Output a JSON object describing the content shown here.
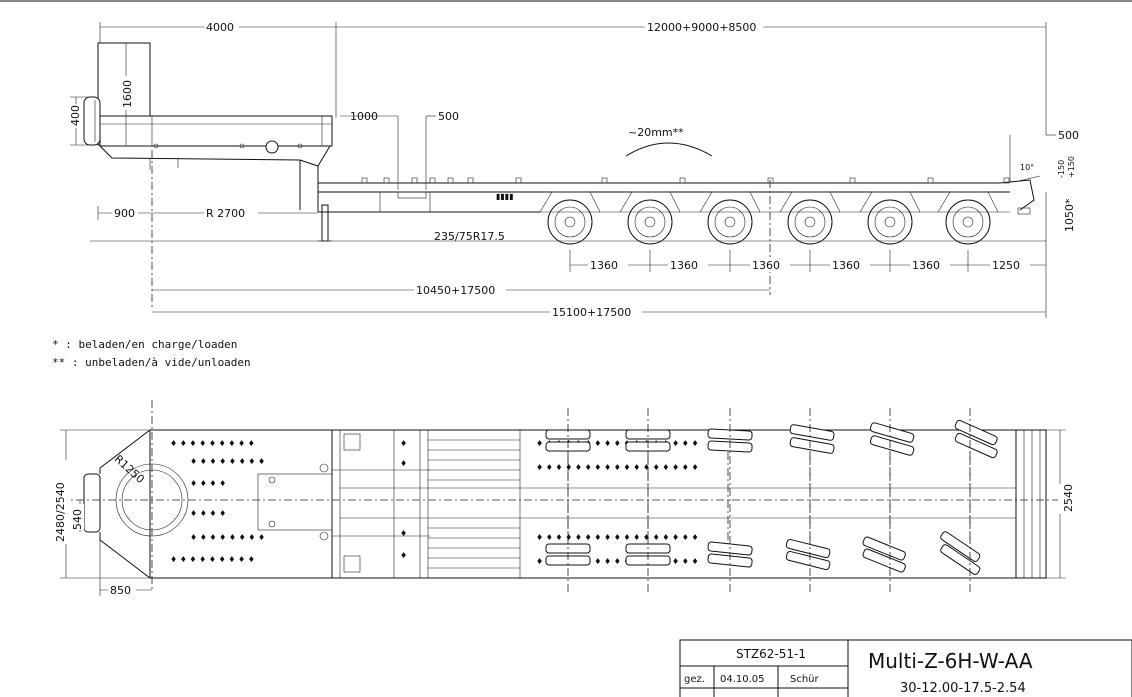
{
  "side_view": {
    "dims": {
      "gooseneck_length": "4000",
      "deck_length": "12000+9000+8500",
      "neck_height": "1600",
      "king_height": "400",
      "step_1000": "1000",
      "step_500_a": "500",
      "step_500_b": "500",
      "deflection": "~20mm**",
      "front_overhang": "900",
      "swing_radius": "R 2700",
      "tyre": "235/75R17.5",
      "axle_spacings": [
        "1360",
        "1360",
        "1360",
        "1360",
        "1360"
      ],
      "rear_overhang": "1250",
      "dim_a": "10450+17500",
      "dim_b": "15100+17500",
      "deck_height": "1050*",
      "ramp_angle": "10°",
      "tol_minus": "-150",
      "tol_plus": "+150"
    }
  },
  "notes": {
    "loaded": "* : beladen/en charge/loaden",
    "unloaded": "** : unbeladen/à vide/unloaden"
  },
  "top_view": {
    "dims": {
      "width_left": "2480/2540",
      "kingpin_offset": "540",
      "kingpin_radius": "R1250",
      "kingpin_front": "850",
      "width_right": "2540"
    }
  },
  "title_block": {
    "drawing_no": "STZ62-51-1",
    "drawn_label": "gez.",
    "drawn_date": "04.10.05",
    "drawn_by": "Schür",
    "title": "Multi-Z-6H-W-AA",
    "subtitle": "30-12.00-17.5-2.54"
  }
}
